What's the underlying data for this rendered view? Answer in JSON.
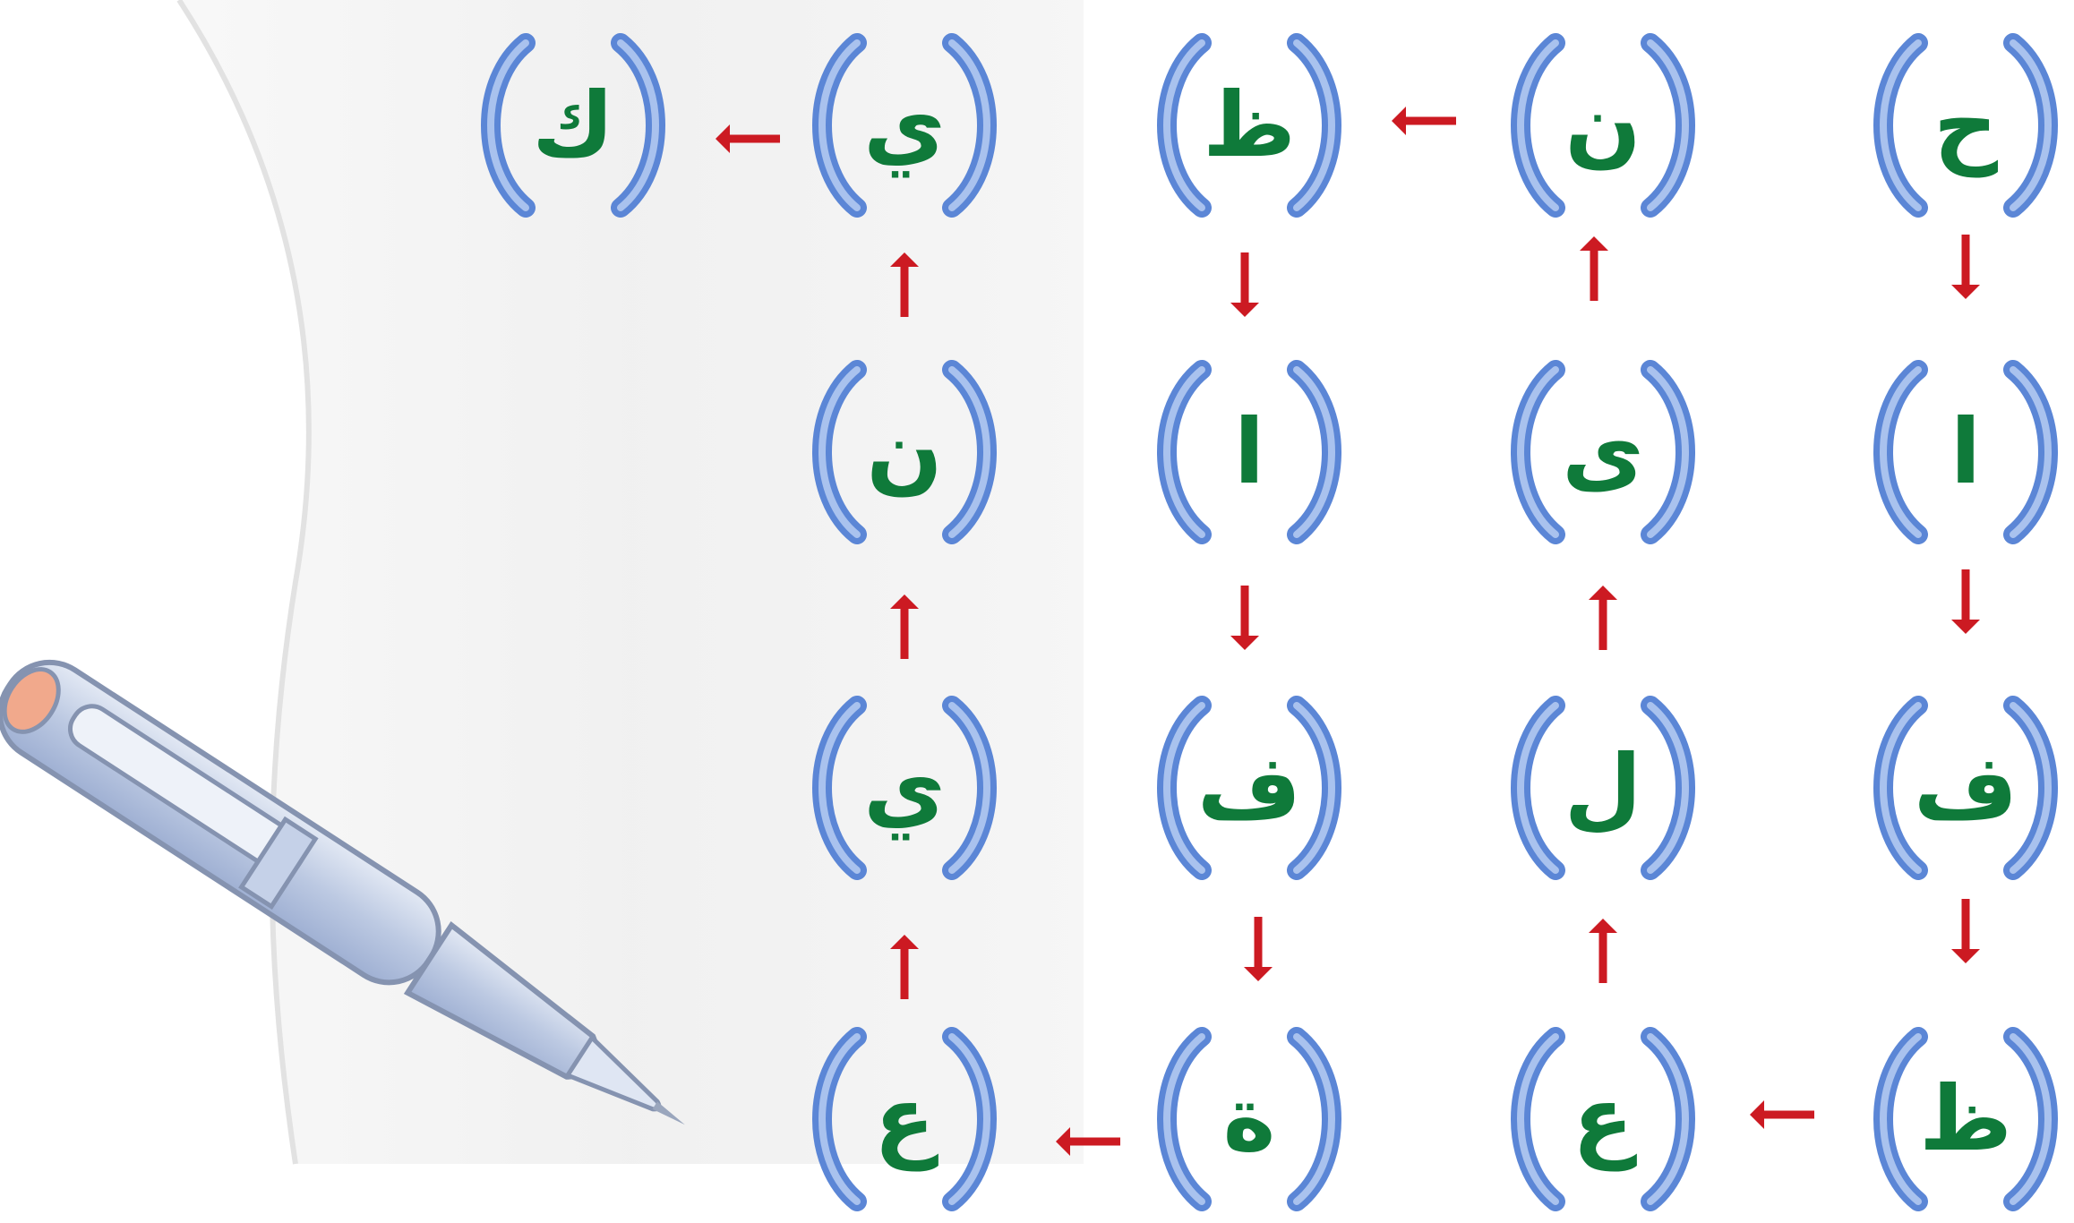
{
  "colors": {
    "letter": "#0f7a3a",
    "arrow": "#cc1a22",
    "paren": "#5b86d6",
    "paren_light": "#a9c2ee",
    "paper_shade": "#ececec"
  },
  "grid": {
    "cells": [
      {
        "id": "r1c1",
        "letter": "ح"
      },
      {
        "id": "r1c2",
        "letter": "ن"
      },
      {
        "id": "r1c3",
        "letter": "ظ"
      },
      {
        "id": "r1c4",
        "letter": "ي"
      },
      {
        "id": "r1c5",
        "letter": "ك"
      },
      {
        "id": "r2c1",
        "letter": "ا"
      },
      {
        "id": "r2c2",
        "letter": "ى"
      },
      {
        "id": "r2c3",
        "letter": "ا"
      },
      {
        "id": "r2c4",
        "letter": "ن"
      },
      {
        "id": "r3c1",
        "letter": "ف"
      },
      {
        "id": "r3c2",
        "letter": "ل"
      },
      {
        "id": "r3c3",
        "letter": "ف"
      },
      {
        "id": "r3c4",
        "letter": "ي"
      },
      {
        "id": "r4c1",
        "letter": "ظ"
      },
      {
        "id": "r4c2",
        "letter": "ع"
      },
      {
        "id": "r4c3",
        "letter": "ة"
      },
      {
        "id": "r4c4",
        "letter": "ع"
      }
    ],
    "arrows": [
      {
        "id": "a1",
        "direction": "down"
      },
      {
        "id": "a2",
        "direction": "down"
      },
      {
        "id": "a3",
        "direction": "down"
      },
      {
        "id": "a4",
        "direction": "left"
      },
      {
        "id": "a5",
        "direction": "up"
      },
      {
        "id": "a6",
        "direction": "up"
      },
      {
        "id": "a7",
        "direction": "up"
      },
      {
        "id": "a8",
        "direction": "left"
      },
      {
        "id": "a9",
        "direction": "down"
      },
      {
        "id": "a10",
        "direction": "down"
      },
      {
        "id": "a11",
        "direction": "down"
      },
      {
        "id": "a12",
        "direction": "left"
      },
      {
        "id": "a13",
        "direction": "up"
      },
      {
        "id": "a14",
        "direction": "up"
      },
      {
        "id": "a15",
        "direction": "up"
      },
      {
        "id": "a16",
        "direction": "left"
      }
    ]
  },
  "icons": {
    "pen": "pen-icon",
    "paren": "parenthesis-frame-icon",
    "arrow": "arrow-icon"
  }
}
